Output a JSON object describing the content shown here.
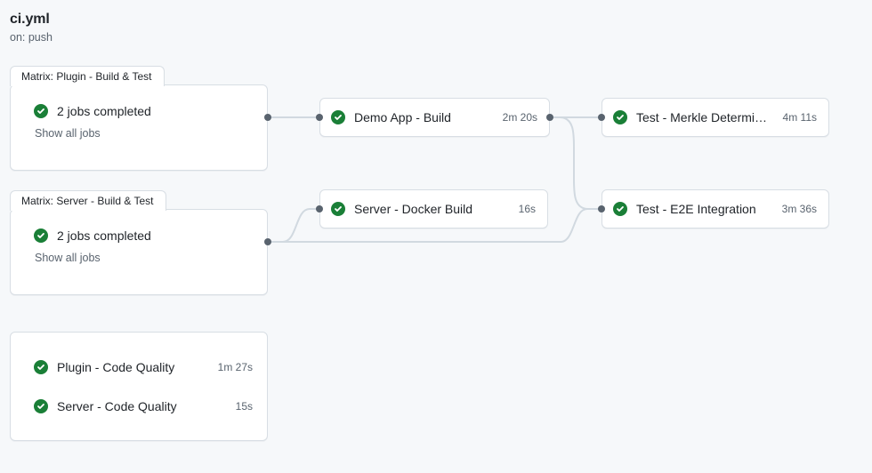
{
  "workflow": {
    "title": "ci.yml",
    "trigger": "on: push"
  },
  "colors": {
    "background": "#f6f8fa",
    "card": "#ffffff",
    "border": "#d8dee4",
    "success": "#1a7f37",
    "text": "#1f2328",
    "muted": "#59636e",
    "edge": "#d1d9e0",
    "port": "#59636e"
  },
  "icons": {
    "success": "check-circle-fill-icon"
  },
  "matrix_groups": [
    {
      "tab_label": "Matrix: Plugin - Build & Test",
      "status_text": "2 jobs completed",
      "show_all_label": "Show all jobs",
      "status": "success"
    },
    {
      "tab_label": "Matrix: Server - Build & Test",
      "status_text": "2 jobs completed",
      "show_all_label": "Show all jobs",
      "status": "success"
    }
  ],
  "job_nodes": [
    {
      "label": "Demo App - Build",
      "duration": "2m 20s",
      "status": "success",
      "truncated": false
    },
    {
      "label": "Server - Docker Build",
      "duration": "16s",
      "status": "success",
      "truncated": false
    },
    {
      "label": "Test - Merkle Determin…",
      "duration": "4m 11s",
      "status": "success",
      "truncated": true
    },
    {
      "label": "Test - E2E Integration",
      "duration": "3m 36s",
      "status": "success",
      "truncated": false
    }
  ],
  "quality_card": {
    "rows": [
      {
        "label": "Plugin - Code Quality",
        "duration": "1m 27s",
        "status": "success"
      },
      {
        "label": "Server - Code Quality",
        "duration": "15s",
        "status": "success"
      }
    ]
  }
}
